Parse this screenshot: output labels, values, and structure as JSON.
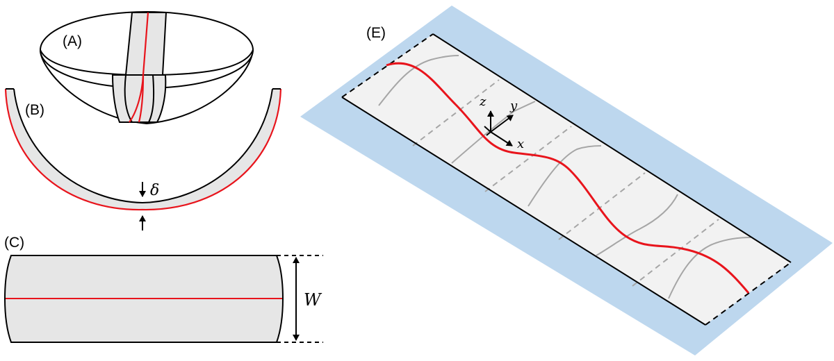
{
  "panels": {
    "a": "(A)",
    "b": "(B)",
    "c": "(C)",
    "e": "(E)"
  },
  "symbols": {
    "thickness": "δ",
    "width": "W"
  },
  "axes": {
    "x": "x",
    "y": "y",
    "z": "z"
  },
  "colors": {
    "centerline": "#e8141c",
    "strip_fill": "#e6e6e6",
    "background_plane": "#bdd7ee",
    "strip_e_fill": "#f2f2f2",
    "grid_line": "#a6a6a6",
    "outline": "#000000"
  }
}
